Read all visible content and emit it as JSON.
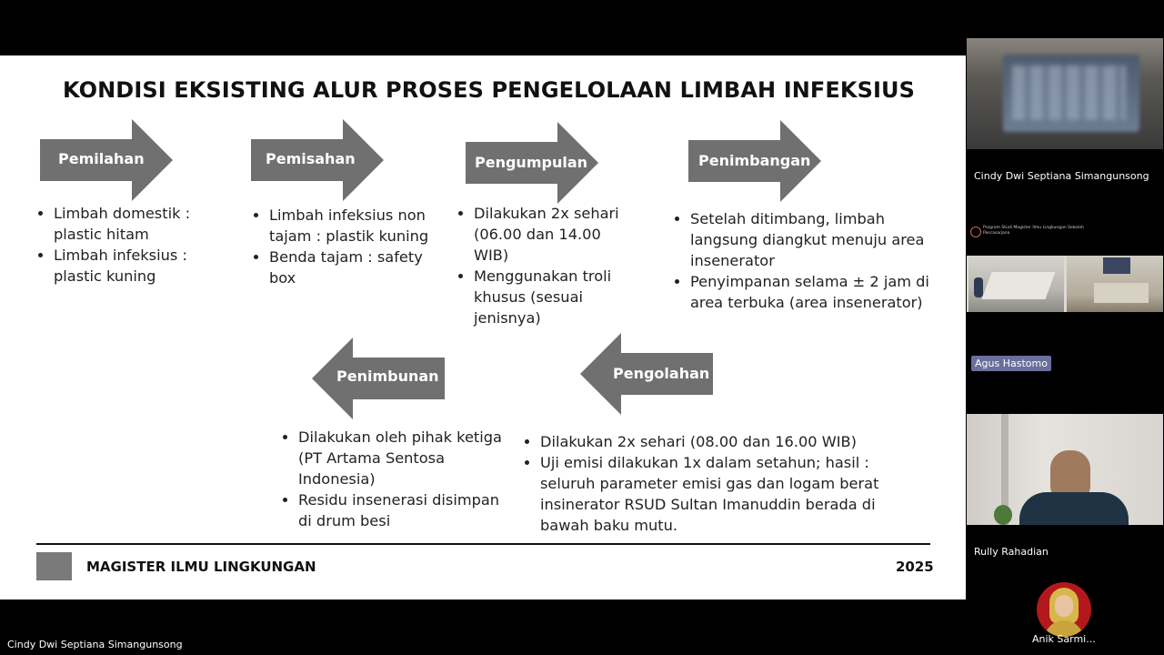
{
  "slide": {
    "title": "KONDISI EKSISTING ALUR PROSES PENGELOLAAN LIMBAH INFEKSIUS",
    "steps": [
      {
        "label": "Pemilahan",
        "direction": "right",
        "bullets": [
          "Limbah domestik : plastic hitam",
          "Limbah infeksius : plastic kuning"
        ]
      },
      {
        "label": "Pemisahan",
        "direction": "right",
        "bullets": [
          "Limbah infeksius non tajam : plastik kuning",
          "Benda tajam : safety box"
        ]
      },
      {
        "label": "Pengumpulan",
        "direction": "right",
        "bullets": [
          "Dilakukan 2x sehari (06.00 dan 14.00 WIB)",
          "Menggunakan troli khusus (sesuai jenisnya)"
        ]
      },
      {
        "label": "Penimbangan",
        "direction": "right",
        "bullets": [
          "Setelah ditimbang, limbah langsung diangkut menuju area insenerator",
          "Penyimpanan  selama ± 2 jam di area terbuka (area insenerator)"
        ]
      },
      {
        "label": "Pengolahan",
        "direction": "left",
        "bullets": [
          "Dilakukan 2x sehari (08.00 dan 16.00 WIB)",
          "Uji emisi dilakukan 1x dalam setahun; hasil : seluruh parameter emisi gas dan logam berat insinerator RSUD Sultan Imanuddin berada di bawah baku mutu."
        ]
      },
      {
        "label": "Penimbunan",
        "direction": "left",
        "bullets": [
          "Dilakukan oleh pihak ketiga (PT Artama Sentosa Indonesia)",
          "Residu insenerasi disimpan di drum besi"
        ]
      }
    ],
    "footer_left": "MAGISTER ILMU LINGKUNGAN",
    "footer_right": "2025",
    "arrow_color": "#707070"
  },
  "participants": [
    {
      "name": "Cindy Dwi Septiana Simangunsong"
    },
    {
      "name": "Agus Hastomo"
    },
    {
      "name": "Rully Rahadian"
    },
    {
      "name": "Anik Sarmi..."
    }
  ],
  "shared_screen_owner": "Cindy Dwi Septiana Simangunsong",
  "program_banner": "Program Studi Magister Ilmu Lingkungan Sekolah Pascasarjana"
}
